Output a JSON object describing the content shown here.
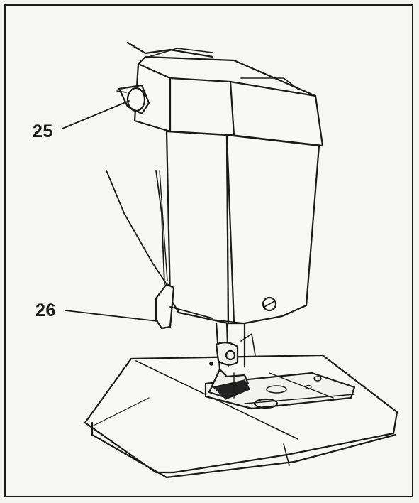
{
  "callouts": [
    {
      "number": "25",
      "target": "thread-take-up-lever"
    },
    {
      "number": "26",
      "target": "presser-foot-lifter"
    }
  ],
  "colors": {
    "line": "#1a1a1a",
    "paper": "#f6f6f4"
  }
}
